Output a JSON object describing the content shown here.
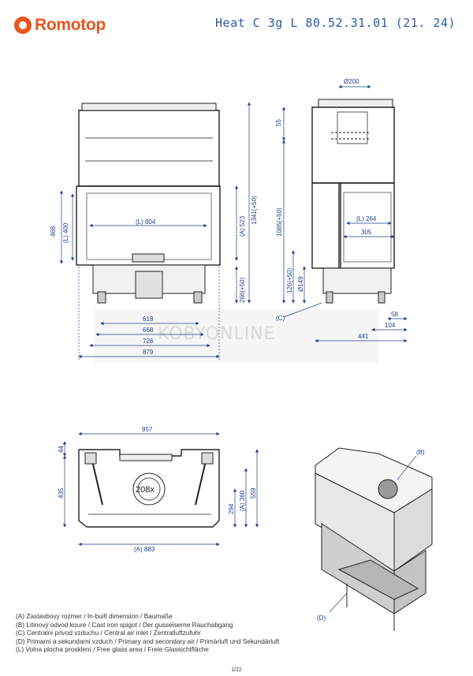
{
  "brand": {
    "name": "Romotop"
  },
  "title": "Heat C 3g L 80.52.31.01 (21. 24)",
  "watermark": "KOBYONLINE",
  "dimensions": {
    "d200": "Ø200",
    "d55": "55",
    "d468": "468",
    "dL400": "(L) 400",
    "dL804": "(L) 804",
    "dA523": "(A) 523",
    "d1341": "1341(+50)",
    "d266": "266(+50)",
    "d618": "618",
    "d668": "668",
    "d726": "726",
    "d879": "879",
    "d1085": "1085(+50)",
    "d126": "126(+50)",
    "d149": "Ø149",
    "dL264": "(L) 264",
    "d305": "305",
    "d58": "58",
    "d104": "104",
    "d441": "441",
    "d957": "957",
    "d44": "44",
    "d435": "435",
    "d208": "208x",
    "d294": "294",
    "dA360": "(A) 360",
    "d559": "559",
    "dA883": "(A) 883"
  },
  "callouts": {
    "B": "(B)",
    "C": "(C)",
    "D": "(D)"
  },
  "legend": [
    "(A)  Zastavbovy rozmer / In-built dimension / Baumaße",
    "(B)  Litinový odvod koure / Cast iron spigot / Der gusseiserne Rauchabgang",
    "(C)  Centralni privod vzduchu / Central air inlet / Zentralluftzufuhr",
    "(D)  Primarni a sekundarni vzduch / Primary and secondary air / Primärluft und Sekundärluft",
    "(L)  Volna plocha prosklení / Free glass area / Freie Glassichtfläche"
  ],
  "page": "1/22"
}
